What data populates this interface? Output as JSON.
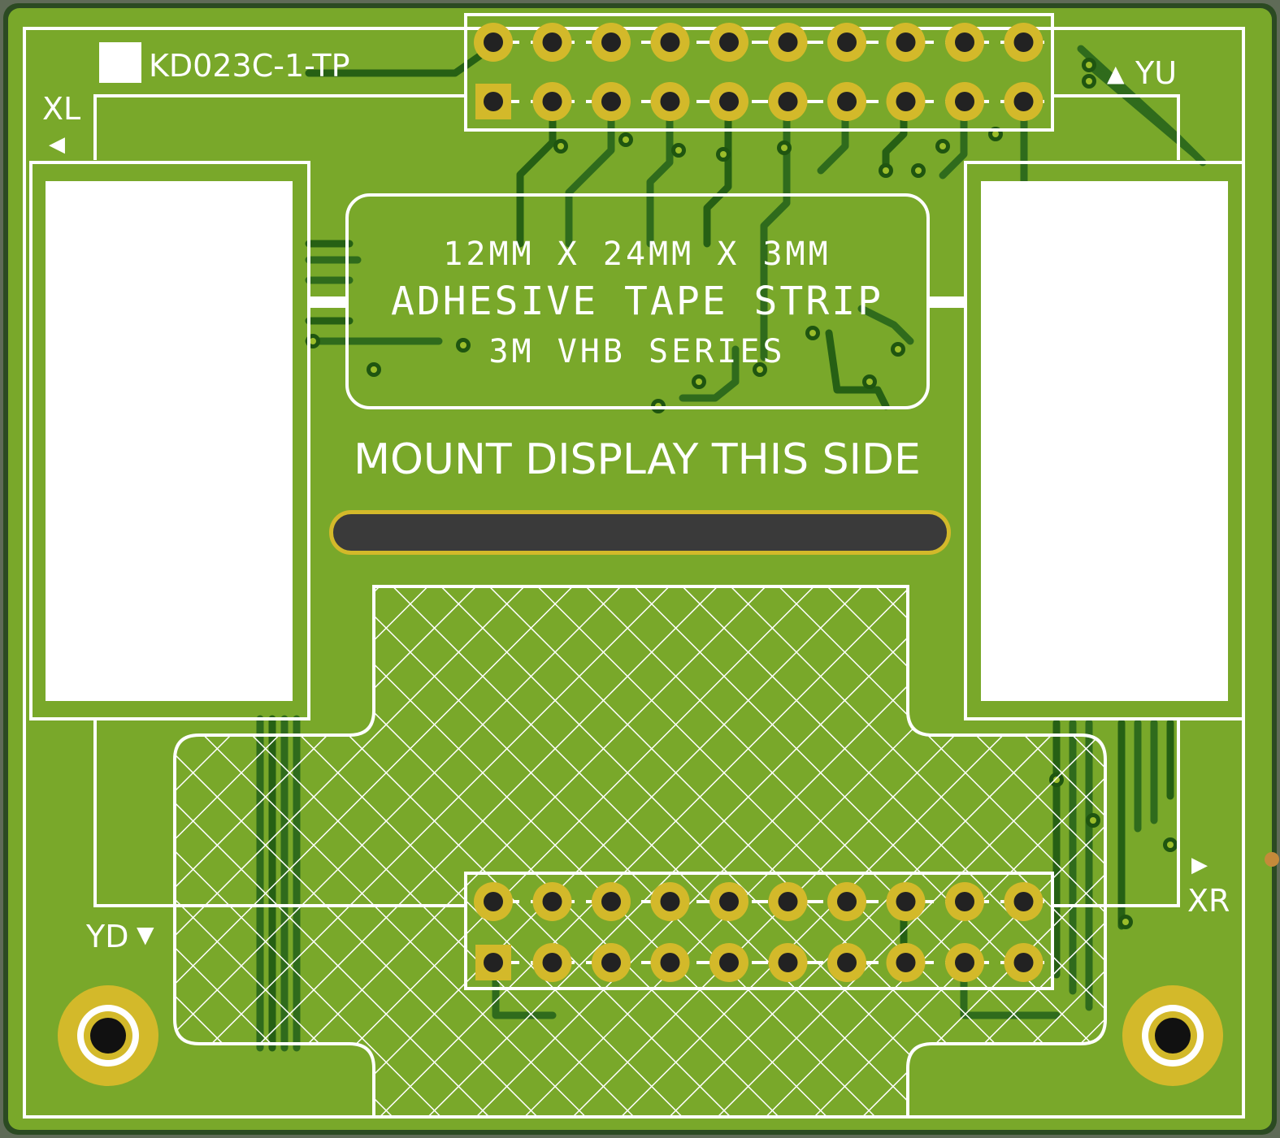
{
  "board": {
    "part_number": "KD023C-1-TP",
    "labels": {
      "xl": "XL",
      "yu": "YU",
      "xr": "XR",
      "yd": "YD"
    },
    "arrows": {
      "xl": "◀",
      "yu": "▲",
      "xr": "▶",
      "yd": "▼"
    },
    "tape_note": {
      "line1": "12MM X 24MM X 3MM",
      "line2": "ADHESIVE TAPE STRIP",
      "line3": "3M VHB SERIES"
    },
    "mount_note": "MOUNT DISPLAY THIS SIDE",
    "colors": {
      "soldermask": "#79a82a",
      "copper_pad": "#d3b92a",
      "trace": "#2f6b1c",
      "silkscreen": "#ffffff",
      "slot": "#3a3a3a",
      "edge": "#2b4a22"
    },
    "top_header": {
      "rows": 2,
      "pins_per_row": 10
    },
    "bottom_header": {
      "rows": 2,
      "pins_per_row": 10
    },
    "mounting_holes": 2
  }
}
